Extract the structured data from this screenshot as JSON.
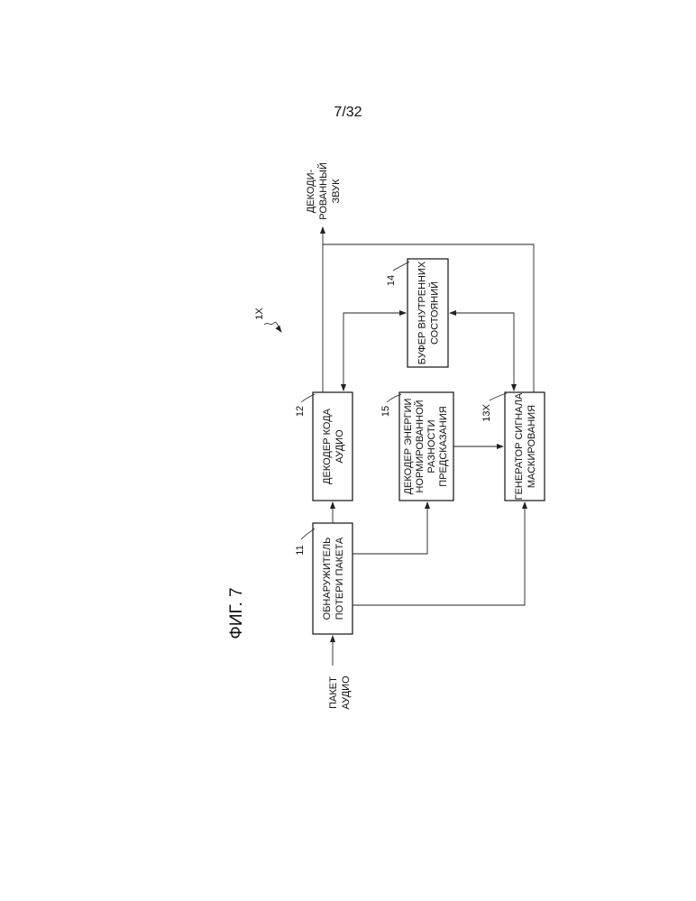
{
  "page_number": "7/32",
  "figure_title": "ФИГ. 7",
  "system_ref": "1X",
  "blocks": {
    "detector": {
      "ref": "11",
      "lines": [
        "ОБНАРУЖИТЕЛЬ",
        "ПОТЕРИ ПАКЕТА"
      ]
    },
    "audio_decoder": {
      "ref": "12",
      "lines": [
        "ДЕКОДЕР КОДА",
        "АУДИО"
      ]
    },
    "buffer": {
      "ref": "14",
      "lines": [
        "БУФЕР ВНУТРЕННИХ",
        "СОСТОЯНИЙ"
      ]
    },
    "energy_decoder": {
      "ref": "15",
      "lines": [
        "ДЕКОДЕР ЭНЕРГИИ",
        "НОРМИРОВАННОЙ",
        "РАЗНОСТИ",
        "ПРЕДСКАЗАНИЯ"
      ]
    },
    "masking_generator": {
      "ref": "13X",
      "lines": [
        "ГЕНЕРАТОР СИГНАЛА",
        "МАСКИРОВАНИЯ"
      ]
    }
  },
  "input_label": [
    "ПАКЕТ",
    "АУДИО"
  ],
  "output_label": [
    "ДЕКОДИ-",
    "РОВАННЫЙ",
    "ЗВУК"
  ]
}
